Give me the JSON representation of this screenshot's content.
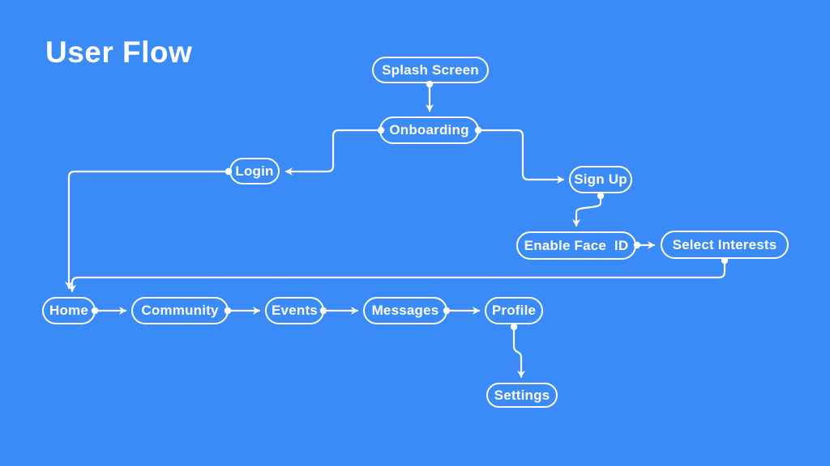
{
  "title": "User Flow",
  "colors": {
    "background": "#3a8af8",
    "node_border": "#ffffff",
    "node_text": "#ffffff",
    "connector": "#ffffff"
  },
  "diagram": {
    "nodes": [
      {
        "id": "splash",
        "label": "Splash Screen"
      },
      {
        "id": "onboarding",
        "label": "Onboarding"
      },
      {
        "id": "login",
        "label": "Login"
      },
      {
        "id": "signup",
        "label": "Sign Up"
      },
      {
        "id": "enable-face-id",
        "label": "Enable Face  ID"
      },
      {
        "id": "select-interests",
        "label": "Select Interests"
      },
      {
        "id": "home",
        "label": "Home"
      },
      {
        "id": "community",
        "label": "Community"
      },
      {
        "id": "events",
        "label": "Events"
      },
      {
        "id": "messages",
        "label": "Messages"
      },
      {
        "id": "profile",
        "label": "Profile"
      },
      {
        "id": "settings",
        "label": "Settings"
      }
    ],
    "edges": [
      {
        "from": "splash",
        "to": "onboarding"
      },
      {
        "from": "onboarding",
        "to": "login"
      },
      {
        "from": "onboarding",
        "to": "signup"
      },
      {
        "from": "signup",
        "to": "enable-face-id"
      },
      {
        "from": "enable-face-id",
        "to": "select-interests"
      },
      {
        "from": "select-interests",
        "to": "home"
      },
      {
        "from": "login",
        "to": "home"
      },
      {
        "from": "home",
        "to": "community"
      },
      {
        "from": "community",
        "to": "events"
      },
      {
        "from": "events",
        "to": "messages"
      },
      {
        "from": "messages",
        "to": "profile"
      },
      {
        "from": "profile",
        "to": "settings"
      }
    ]
  }
}
